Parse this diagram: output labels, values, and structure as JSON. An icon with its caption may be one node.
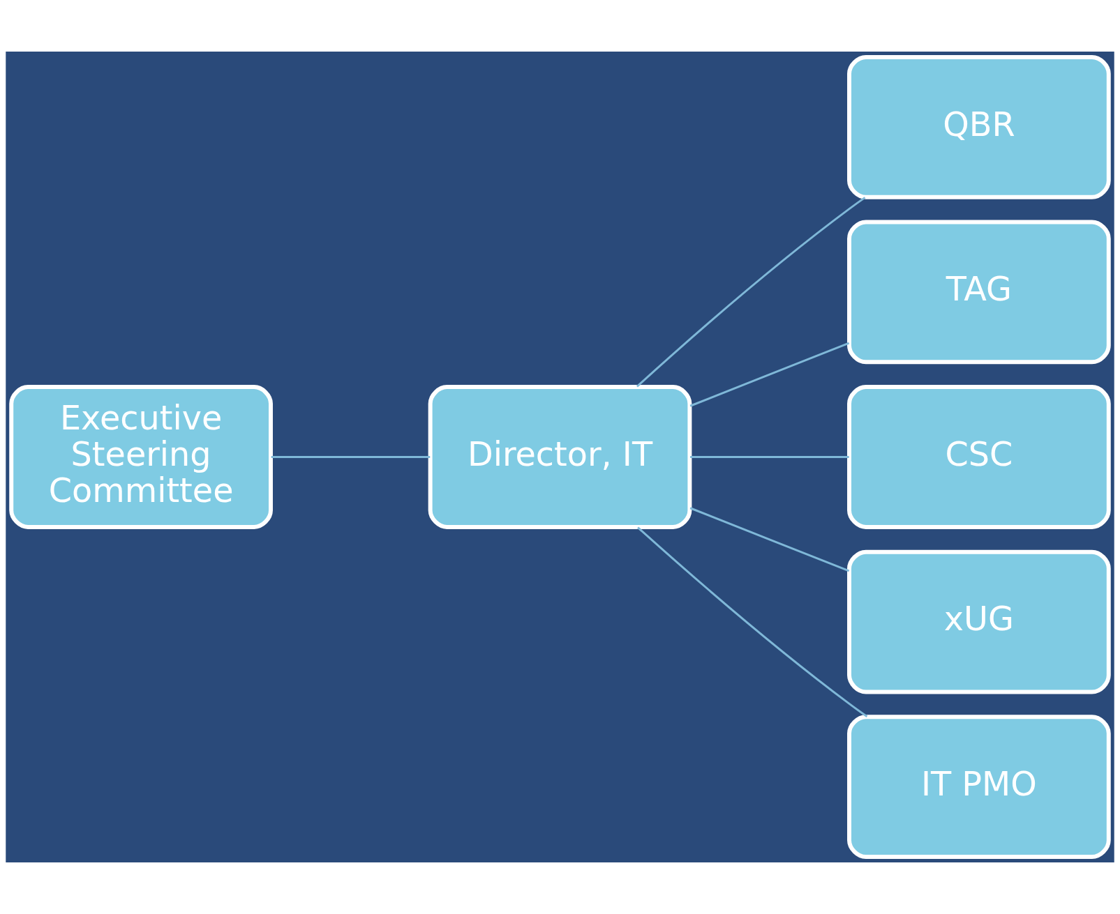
{
  "diagram": {
    "nodes": [
      {
        "text": [
          "Executive Steering Committee"
        ]
      },
      {
        "text": [
          "Director, IT"
        ]
      },
      {
        "text": [
          "QBR"
        ]
      },
      {
        "text": [
          "TAG"
        ]
      },
      {
        "text": [
          "CSC"
        ]
      },
      {
        "text": [
          "xUG"
        ]
      },
      {
        "text": [
          "IT PMO"
        ]
      }
    ],
    "edges": [
      {
        "from": 0,
        "to": 1,
        "arrow": "none"
      },
      {
        "from": 1,
        "to": 2,
        "arrow": "none"
      },
      {
        "from": 1,
        "to": 3,
        "arrow": "none"
      },
      {
        "from": 1,
        "to": 4,
        "arrow": "none"
      },
      {
        "from": 1,
        "to": 5,
        "arrow": "none"
      },
      {
        "from": 1,
        "to": 6,
        "arrow": "none"
      }
    ]
  }
}
